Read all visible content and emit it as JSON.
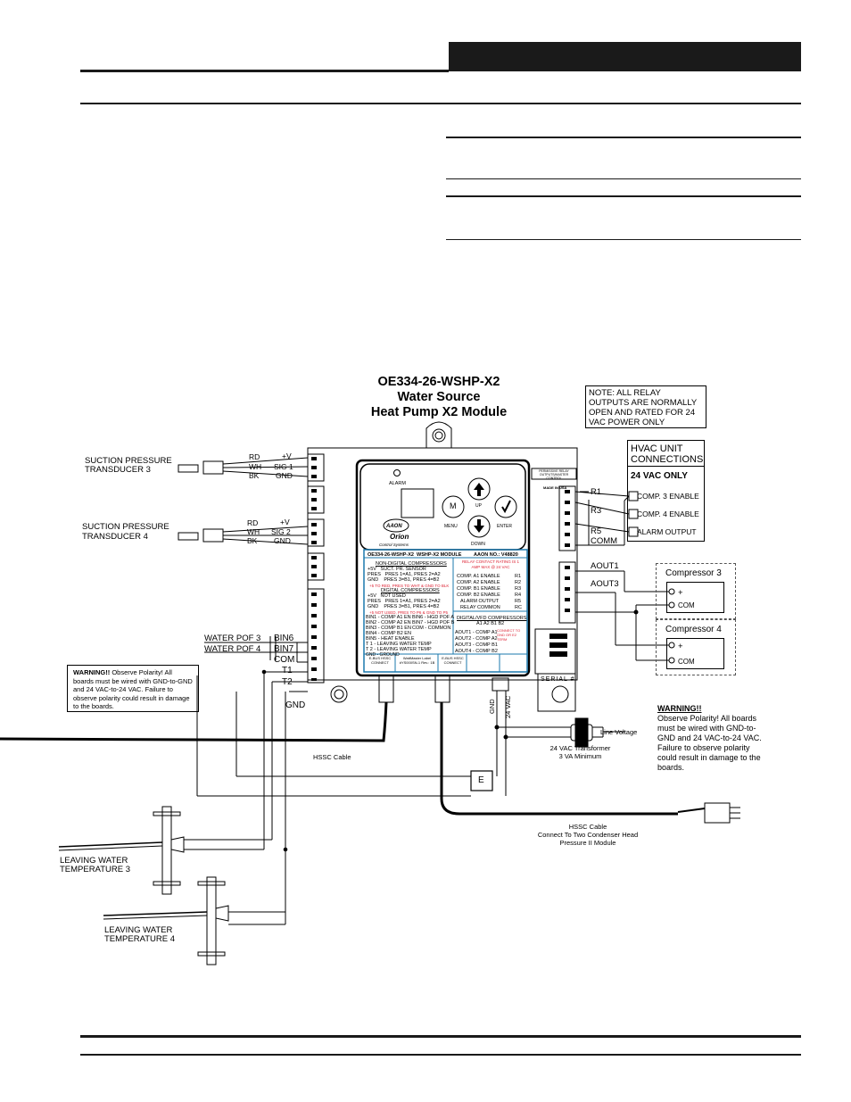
{
  "diagram": {
    "title_lines": [
      "OE334-26-WSHP-X2",
      "Water Source",
      "Heat Pump X2 Module"
    ],
    "note": "NOTE:  ALL RELAY OUTPUTS ARE NORMALLY OPEN AND RATED FOR 24 VAC POWER ONLY",
    "hvac_box": {
      "title_line1": "HVAC UNIT",
      "title_line2": "CONNECTIONS",
      "subtitle": "24 VAC ONLY"
    },
    "relay_outputs": [
      "R1",
      "R3",
      "R5",
      "COMM"
    ],
    "relay_labels": [
      "COMP. 3 ENABLE",
      "COMP. 4 ENABLE",
      "ALARM OUTPUT"
    ],
    "aouts": [
      "AOUT1",
      "AOUT3"
    ],
    "compressors": [
      {
        "name": "Compressor 3",
        "plus": "+",
        "com": "COM"
      },
      {
        "name": "Compressor 4",
        "plus": "+",
        "com": "COM"
      }
    ],
    "transducers": [
      {
        "name_line1": "SUCTION PRESSURE",
        "name_line2": "TRANSDUCER 3",
        "wires": [
          "RD",
          "WH",
          "BK"
        ],
        "terms": [
          "+V",
          "SIG 1",
          "GND"
        ]
      },
      {
        "name_line1": "SUCTION PRESSURE",
        "name_line2": "TRANSDUCER 4",
        "wires": [
          "RD",
          "WH",
          "BK"
        ],
        "terms": [
          "+V",
          "SIG 2",
          "GND"
        ]
      }
    ],
    "bin_inputs": [
      {
        "label": "WATER POF 3",
        "term": "BIN6"
      },
      {
        "label": "WATER POF 4",
        "term": "BIN7"
      }
    ],
    "lower_terms": [
      "COM",
      "T1",
      "T2",
      "GND"
    ],
    "warning_left": {
      "bold": "WARNING!!",
      "text": "  Observe Polarity! All boards must be wired with GND-to-GND and 24 VAC-to-24 VAC. Failure to observe polarity could result in damage to the boards."
    },
    "warning_right": {
      "bold": "WARNING!!",
      "text": "Observe Polarity! All boards must be wired with GND-to-GND and 24 VAC-to-24 VAC. Failure to observe polarity could result in damage to the boards."
    },
    "line_voltage": "Line Voltage",
    "transformer_line1": "24 VAC Transformer",
    "transformer_line2": "3 VA Minimum",
    "hssc_cable": "HSSC Cable",
    "hssc_right_line1": "HSSC Cable",
    "hssc_right_line2": "Connect To Two Condenser Head",
    "hssc_right_line3": "Pressure II Module",
    "ground_box": "E",
    "gnd_label": "GND",
    "vac_label": "24 VAC",
    "leaving_water_3": [
      "LEAVING WATER",
      "TEMPERATURE 3"
    ],
    "leaving_water_4": [
      "LEAVING WATER",
      "TEMPERATURE 4"
    ],
    "module": {
      "alarm": "ALARM",
      "up": "UP",
      "menu": "MENU",
      "enter": "ENTER",
      "down": "DOWN",
      "m_key": "M",
      "aaon": "AAON",
      "orion": "Orion",
      "orion_sub": "Control Systems",
      "module_name": "OE334-26-WSHP-X2  WSHP-X2 MODULE",
      "aaon_no": "AAON NO.: V48820",
      "non_digital_title": "NON-DIGITAL COMPRESSORS",
      "nd_rows": [
        "+5V   SUCT. PR. SENSOR",
        "PRES   PRES 1=A1, PRES 2=A2",
        "GND    PRES 3=B1, PRES 4=B2"
      ],
      "nd_note": "+5 TO RED, PRES TO WHT & GND TO BLK",
      "digital_title": "DIGITAL COMPRESSORS",
      "d_rows": [
        "+5V   NOT USED",
        "PRES   PRES 1=A1, PRES 2=A2",
        "GND    PRES 3=B1, PRES 4=B2"
      ],
      "d_note": "+5 NOT USED, PRES TO P6 & GND TO P5",
      "bin_list": [
        "BIN1 - COMP A1 EN",
        "BIN2 - COMP A2 EN",
        "BIN3 - COMP B1 EN",
        "BIN4 - COMP B2 EN",
        "BIN5 - HEAT ENABLE",
        "T 1 - LEAVING WATER TEMP",
        "T 2 - LEAVING WATER TEMP",
        "GND - GROUND"
      ],
      "bin_list_right": [
        "BIN6 - HGD POF A",
        "BIN7 - HGD POF B",
        "COM - COMMON"
      ],
      "relay_title": "RELAY CONTACT RATING IS 1 AMP MAX @ 24 VAC",
      "relay_list": [
        "COMP. A1 ENABLE",
        "COMP. A2 ENABLE",
        "COMP. B1 ENABLE",
        "COMP. B2 ENABLE",
        "ALARM OUTPUT",
        "RELAY COMMON"
      ],
      "relay_terms": [
        "R1",
        "R2",
        "R3",
        "R4",
        "R5",
        "RC"
      ],
      "vfd_title": "DIGITAL/VFD COMPRESSORS",
      "vfd_sub": "A1 A2 B1 B2",
      "aout_list": [
        "AOUT1 - COMP A1",
        "AOUT2 - COMP A2",
        "AOUT3 - COMP B1",
        "AOUT4 - COMP B2"
      ],
      "aout_note": "CONNECT TO GND OR E2 TERM",
      "bottom_cells": [
        "E-BUS HSSC CONNECT",
        "WattMaster Label #YS000SN-1 Rev.: 1B",
        "E-BUS HSSC CONNECT"
      ],
      "serial": "SERIAL #",
      "relay_header": "PERMISSIVE RELAY OUTPUTS/MASTER CONTROL",
      "made_in": "MADE IN USA"
    }
  }
}
